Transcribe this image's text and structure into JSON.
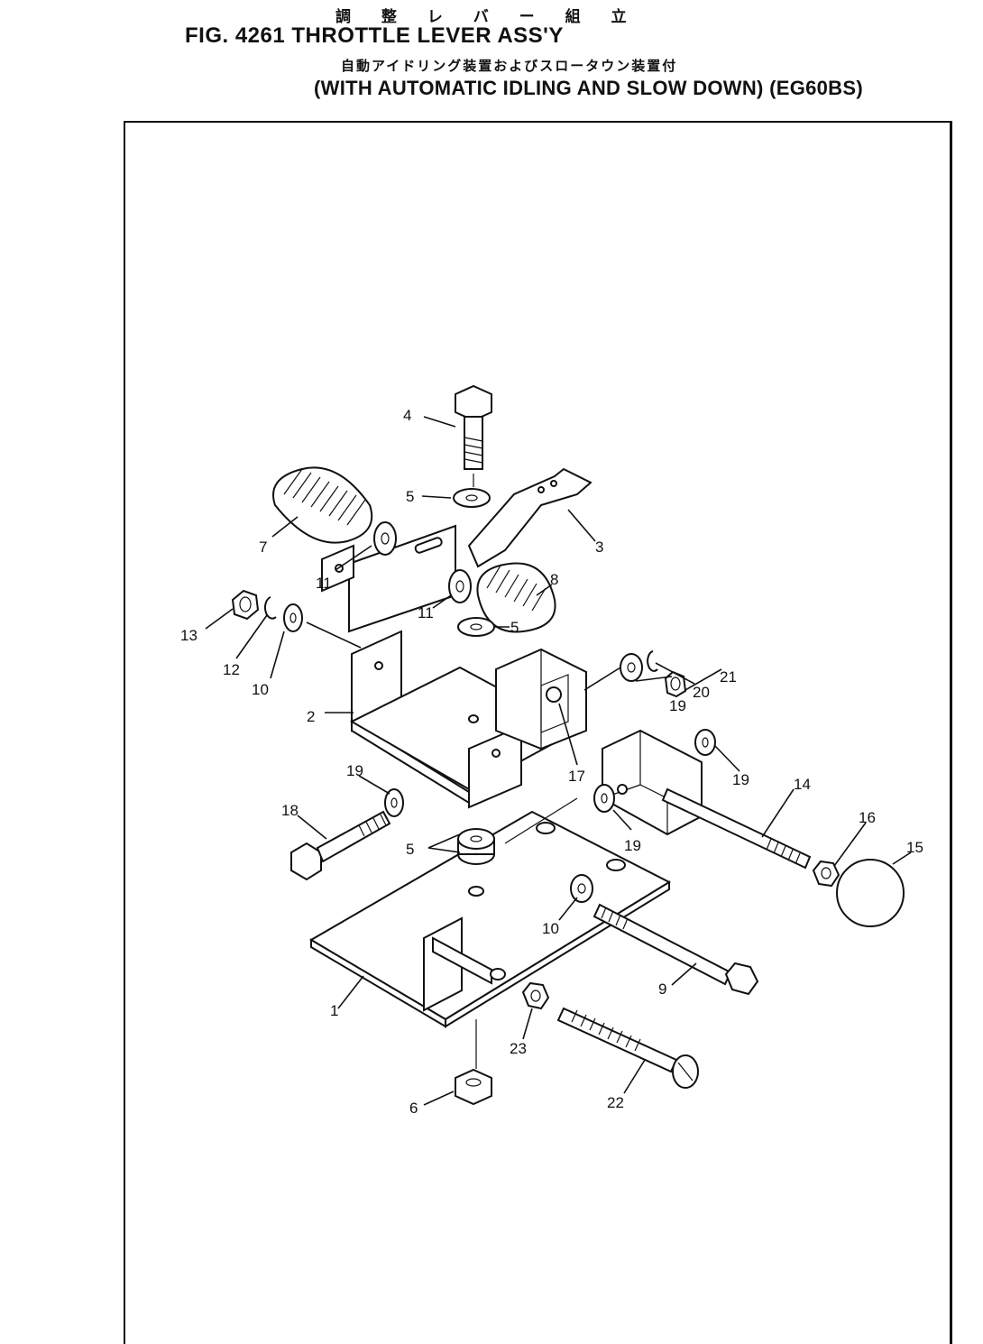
{
  "header": {
    "title_jp": "調 整 レ バ ー 組 立",
    "fig_title": "FIG. 4261  THROTTLE LEVER ASS'Y",
    "subtitle_jp": "自動アイドリング装置およびスロータウン装置付",
    "subtitle": "(WITH AUTOMATIC IDLING AND SLOW DOWN) (EG60BS)"
  },
  "callouts": [
    {
      "id": "c4",
      "text": "4"
    },
    {
      "id": "c5a",
      "text": "5"
    },
    {
      "id": "c3",
      "text": "3"
    },
    {
      "id": "c7",
      "text": "7"
    },
    {
      "id": "c11a",
      "text": "11"
    },
    {
      "id": "c8",
      "text": "8"
    },
    {
      "id": "c11b",
      "text": "11"
    },
    {
      "id": "c5b",
      "text": "5"
    },
    {
      "id": "c13",
      "text": "13"
    },
    {
      "id": "c12",
      "text": "12"
    },
    {
      "id": "c10a",
      "text": "10"
    },
    {
      "id": "c2",
      "text": "2"
    },
    {
      "id": "c19a",
      "text": "19"
    },
    {
      "id": "c20",
      "text": "20"
    },
    {
      "id": "c21",
      "text": "21"
    },
    {
      "id": "c17",
      "text": "17"
    },
    {
      "id": "c19b",
      "text": "19"
    },
    {
      "id": "c19c",
      "text": "19"
    },
    {
      "id": "c14",
      "text": "14"
    },
    {
      "id": "c18",
      "text": "18"
    },
    {
      "id": "c19d",
      "text": "19"
    },
    {
      "id": "c16",
      "text": "16"
    },
    {
      "id": "c15",
      "text": "15"
    },
    {
      "id": "c5c",
      "text": "5"
    },
    {
      "id": "c10b",
      "text": "10"
    },
    {
      "id": "c9",
      "text": "9"
    },
    {
      "id": "c1",
      "text": "1"
    },
    {
      "id": "c23",
      "text": "23"
    },
    {
      "id": "c22",
      "text": "22"
    },
    {
      "id": "c6",
      "text": "6"
    }
  ]
}
